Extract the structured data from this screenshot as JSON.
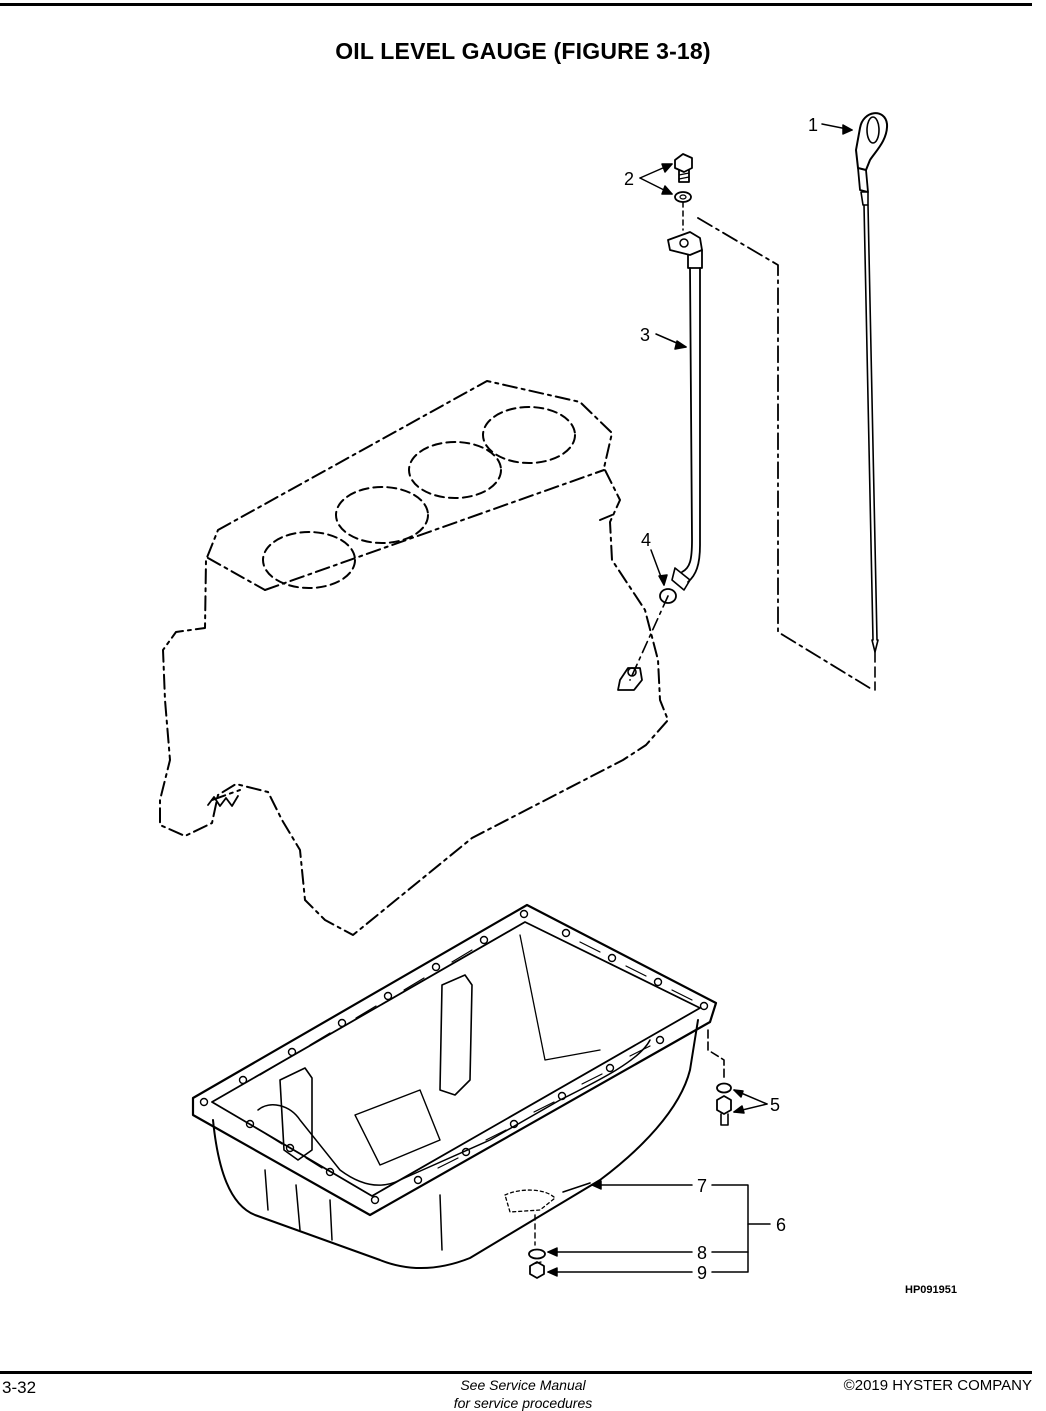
{
  "header": {
    "title": "OIL LEVEL GAUGE (FIGURE 3-18)"
  },
  "figure": {
    "callouts": [
      "1",
      "2",
      "3",
      "4",
      "5",
      "6",
      "7",
      "8",
      "9"
    ],
    "reference_code": "HP091951"
  },
  "footer": {
    "page_number": "3-32",
    "note": "See Service Manual",
    "note_sub": "for service procedures",
    "copyright": "©2019 HYSTER COMPANY"
  }
}
